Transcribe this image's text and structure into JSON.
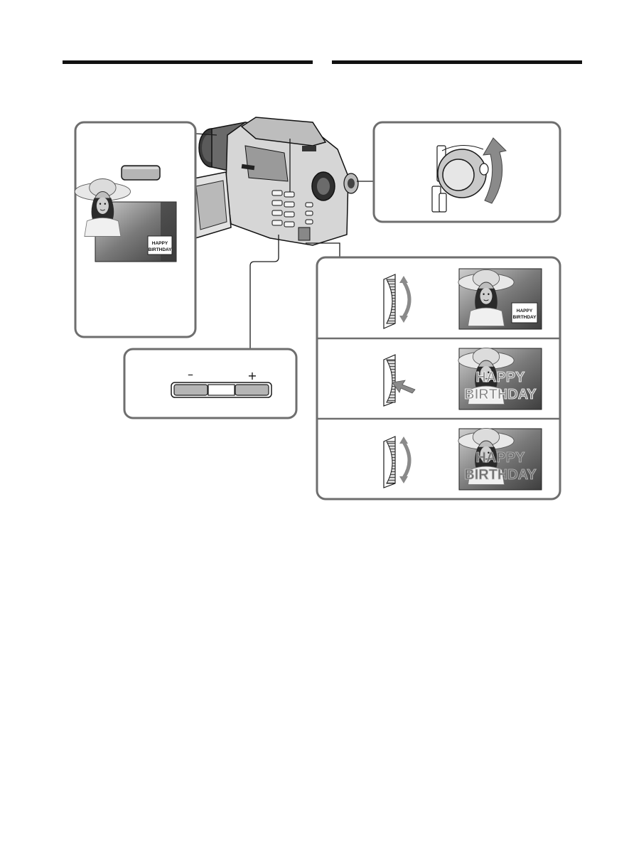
{
  "left_panel": {
    "photo_caption_line1": "HAPPY",
    "photo_caption_line2": "BIRTHDAY"
  },
  "minus_plus_buttons": {
    "minus_label": "–",
    "plus_label": "+"
  },
  "steps": [
    {
      "title_line1": "HAPPY",
      "title_line2": "BIRTHDAY",
      "title_size": "small"
    },
    {
      "title_line1": "HAPPY",
      "title_line2": "BIRTHDAY",
      "title_size": "large"
    },
    {
      "title_line1": "HAPPY",
      "title_line2": "BIRTHDAY",
      "title_size": "large-grey"
    }
  ],
  "colors": {
    "line": "#1a1a1a",
    "panel_border": "#6e6e6e",
    "button_fill": "#b5b5b5",
    "photo_bg": "#8c8c8c",
    "arrow": "#8a8a8a"
  }
}
